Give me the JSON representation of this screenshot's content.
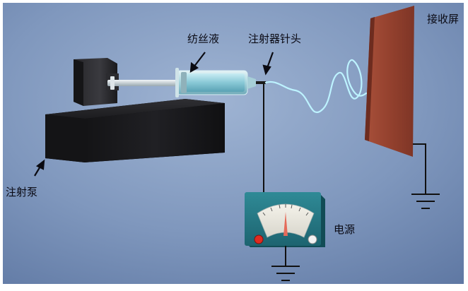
{
  "labels": {
    "spinning_solution": "纺丝液",
    "needle_tip": "注射器针头",
    "collector": "接收屏",
    "syringe_pump": "注射泵",
    "power_supply": "电源"
  }
}
